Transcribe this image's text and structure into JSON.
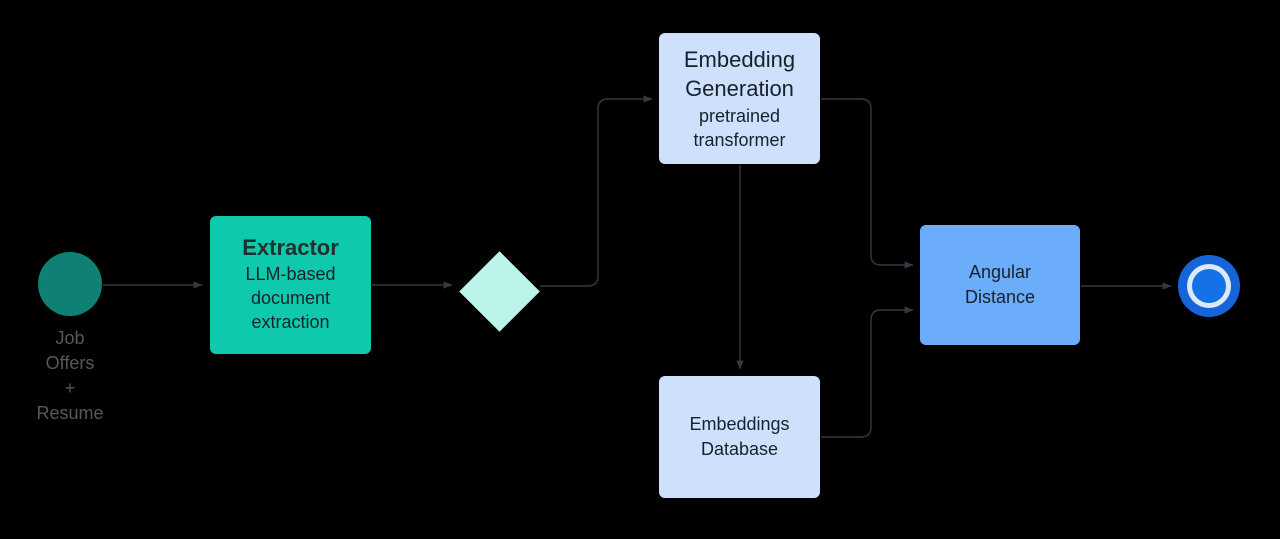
{
  "diagram": {
    "title": "Job matching embedding pipeline flowchart",
    "background_color": "#000000",
    "edge_color": "#333a40",
    "nodes": {
      "start": {
        "name": "Job Offers + Resume",
        "label": "Job\nOffers\n+\nResume",
        "shape": "circle",
        "color": "#0E8074",
        "label_color": "#55585c"
      },
      "extractor": {
        "title": "Extractor",
        "subtitle": "LLM-based\ndocument\nextraction",
        "shape": "rounded-rectangle",
        "color": "#0FC9AC"
      },
      "gateway": {
        "label": "",
        "shape": "diamond",
        "color": "#BDF4EA"
      },
      "embedding_generation": {
        "title": "Embedding\nGeneration",
        "subtitle": "pretrained\ntransformer",
        "shape": "rounded-rectangle",
        "color": "#CFE0FD"
      },
      "embeddings_database": {
        "label": "Embeddings\nDatabase",
        "shape": "rounded-rectangle",
        "color": "#CFE0FD"
      },
      "angular_distance": {
        "label": "Angular\nDistance",
        "shape": "rounded-rectangle",
        "color": "#6BACFB"
      },
      "end": {
        "label": "",
        "shape": "double-circle",
        "color": "#1565D8",
        "ring_color": "#DCE9F8"
      }
    },
    "edges": [
      {
        "from": "start",
        "to": "extractor",
        "label": "",
        "style": "straight-arrow"
      },
      {
        "from": "extractor",
        "to": "gateway",
        "label": "",
        "style": "straight-arrow"
      },
      {
        "from": "gateway",
        "to": "embedding_generation",
        "label": "",
        "style": "orthogonal-arrow"
      },
      {
        "from": "embedding_generation",
        "to": "embeddings_database",
        "label": "",
        "style": "straight-arrow-down"
      },
      {
        "from": "embedding_generation",
        "to": "angular_distance",
        "label": "",
        "style": "orthogonal-arrow"
      },
      {
        "from": "embeddings_database",
        "to": "angular_distance",
        "label": "",
        "style": "orthogonal-arrow"
      },
      {
        "from": "angular_distance",
        "to": "end",
        "label": "",
        "style": "straight-arrow"
      }
    ]
  }
}
